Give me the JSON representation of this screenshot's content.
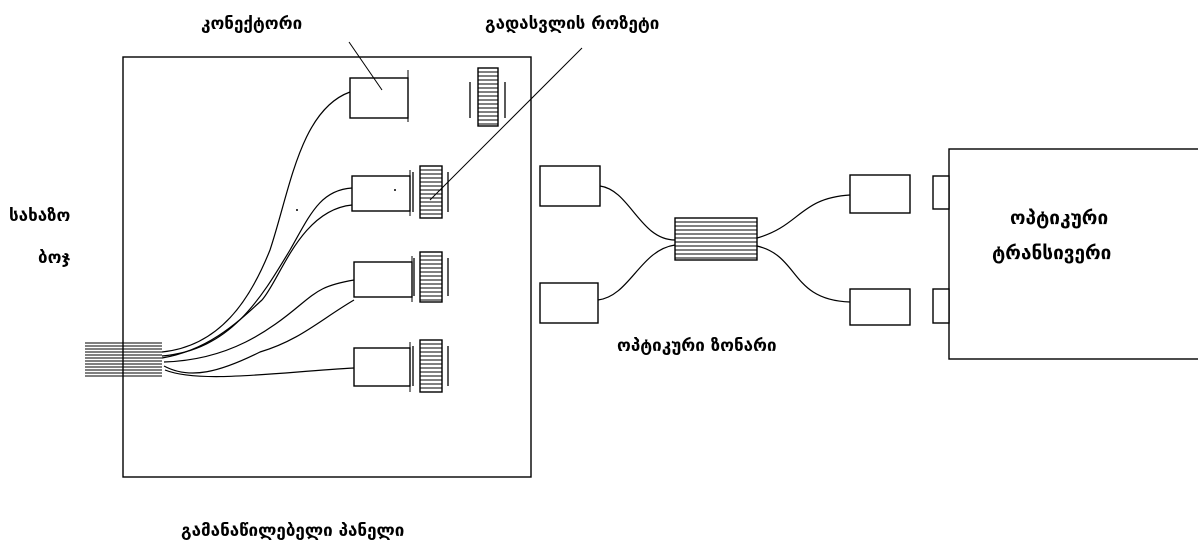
{
  "labels": {
    "connector": "კონექტორი",
    "transition_rosette": "გადასვლის როზეტი",
    "trunk_cable_line1": "სახაზო",
    "trunk_cable_line2": "ბოჯ",
    "optical_bundle": "ოპტიკური ზონარი",
    "transceiver_line1": "ოპტიკური",
    "transceiver_line2": "ტრანსივერი",
    "patch_panel": "გამანაწილებელი პანელი"
  }
}
